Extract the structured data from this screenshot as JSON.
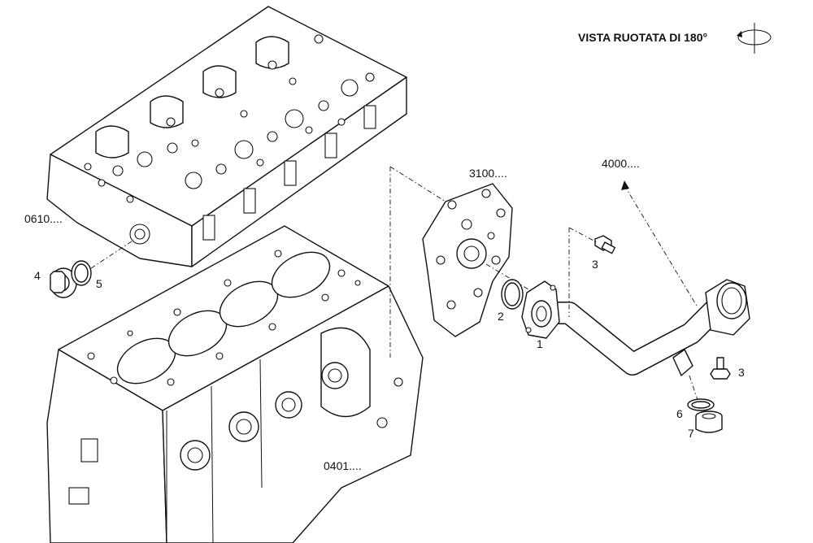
{
  "header": {
    "rotated_view_text": "VISTA RUOTATA DI 180°"
  },
  "icons": {
    "rotation": "rotation-arrow-icon"
  },
  "references": {
    "cylinder_head": "0610....",
    "engine_block": "0401....",
    "oil_pump_cover": "3100....",
    "upper_ref": "4000...."
  },
  "callouts": {
    "plug_4": "4",
    "seal_5": "5",
    "oring_2": "2",
    "tube_1": "1",
    "bolt_3a": "3",
    "bolt_3b": "3",
    "oring_6": "6",
    "plug_7": "7"
  }
}
